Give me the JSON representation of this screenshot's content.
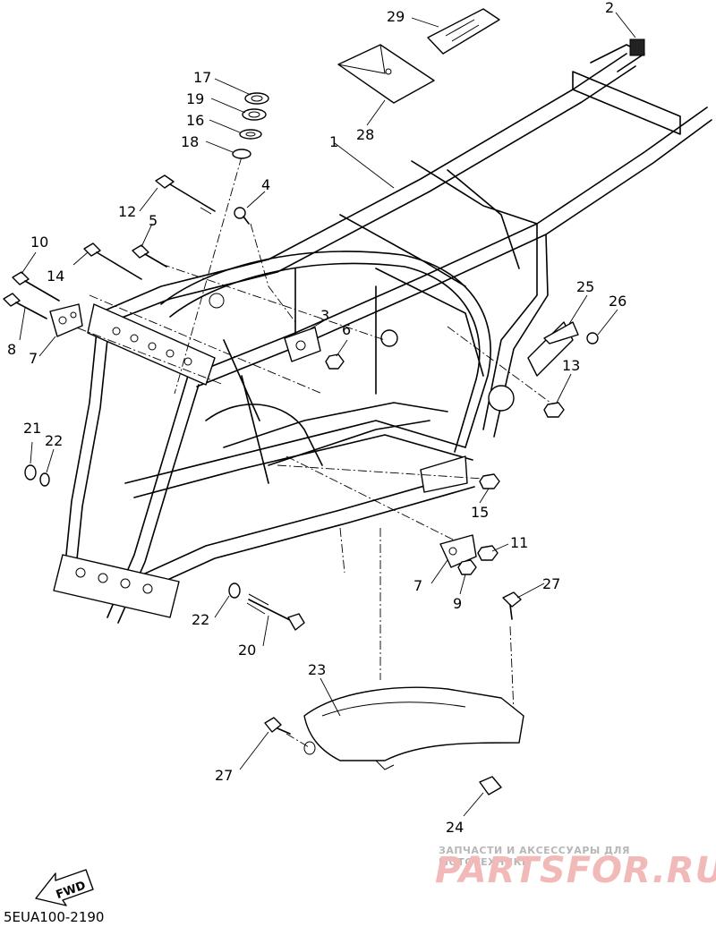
{
  "diagram": {
    "callouts": [
      "1",
      "2",
      "3",
      "4",
      "5",
      "6",
      "7",
      "8",
      "9",
      "10",
      "11",
      "12",
      "13",
      "14",
      "15",
      "16",
      "17",
      "18",
      "19",
      "20",
      "21",
      "22",
      "23",
      "24",
      "25",
      "26",
      "27",
      "28",
      "29"
    ],
    "second_callouts": {
      "7": "7",
      "22": "22",
      "27": "27"
    },
    "fwd_label": "FWD",
    "catalog_code": "5EUA100-2190"
  },
  "watermark": {
    "tagline": "ЗАПЧАСТИ И АКСЕССУАРЫ ДЛЯ МОТОТЕХНИКИ",
    "brand": "PARTSFOR.RU"
  }
}
